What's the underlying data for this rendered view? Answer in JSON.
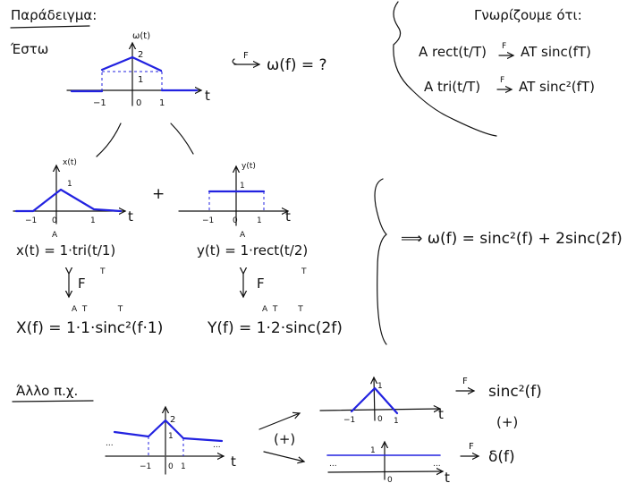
{
  "example": {
    "heading": "Παράδειγμα:",
    "let": "Έστω",
    "w_plot": {
      "ylabel": "ω(t)",
      "xlabel": "t",
      "peak": "2",
      "level": "1",
      "ticks": [
        "−1",
        "0",
        "1"
      ]
    },
    "transform": {
      "f_label": "F",
      "result": "ω(f) = ?"
    }
  },
  "known": {
    "heading": "Γνωρίζουμε ότι:",
    "rect_lhs": "A rect(t/T)",
    "rect_f": "F",
    "rect_rhs": "AT sinc(fT)",
    "tri_lhs": "A tri(t/T)",
    "tri_f": "F",
    "tri_rhs": "AT sinc²(fT)"
  },
  "decomp": {
    "plus": "+",
    "x_plot": {
      "ylabel": "x(t)",
      "xlabel": "t",
      "peak": "1",
      "ticks": [
        "−1",
        "0",
        "1"
      ]
    },
    "y_plot": {
      "ylabel": "y(t)",
      "xlabel": "t",
      "level": "1",
      "ticks": [
        "−1",
        "0",
        "1"
      ]
    },
    "x_eq": "x(t) = 1·tri(t/1)",
    "x_eq_a": "A",
    "x_eq_t": "T",
    "y_eq": "y(t) = 1·rect(t/2)",
    "y_eq_a": "A",
    "y_eq_t": "T",
    "x_f": "F",
    "y_f": "F",
    "X_eq": "X(f) = 1·1·sinc²(f·1)",
    "X_eq_annot": "A  T            T",
    "Y_eq": "Y(f) = 1·2·sinc(2f)",
    "Y_eq_annot": "A  T        T",
    "result": "⟹  ω(f) = sinc²(f) + 2sinc(2f)"
  },
  "other": {
    "heading": "Άλλο π.χ.",
    "main_plot": {
      "xlabel": "t",
      "peak": "2",
      "level": "1",
      "dots": "...",
      "ticks": [
        "−1",
        "0",
        "1"
      ]
    },
    "plus": "(+)",
    "tri_plot": {
      "xlabel": "t",
      "peak": "1",
      "ticks": [
        "−1",
        "0",
        "1"
      ]
    },
    "const_plot": {
      "xlabel": "t",
      "level": "1",
      "origin": "0",
      "dots": "..."
    },
    "tri_f": "F",
    "tri_rhs": "sinc²(f)",
    "sum": "(+)",
    "const_f": "F",
    "const_rhs": "δ(f)"
  }
}
